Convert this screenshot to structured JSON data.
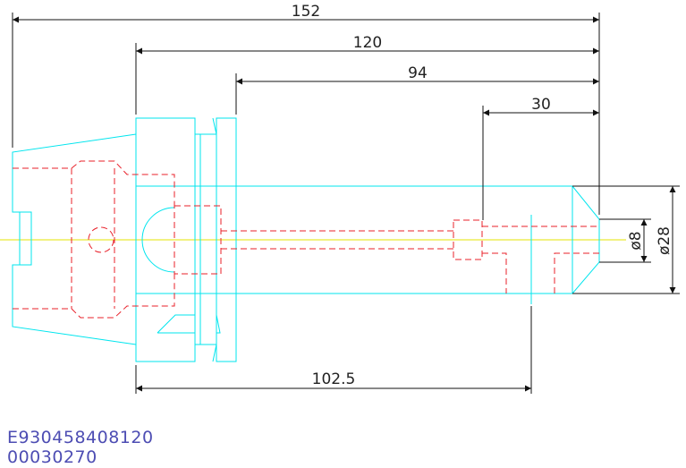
{
  "dimensions": {
    "overall_length": "152",
    "length_120": "120",
    "length_94": "94",
    "length_30": "30",
    "length_bottom": "102.5",
    "diameter_small": "ø8",
    "diameter_large": "ø28"
  },
  "part_codes": {
    "code_1": "E930458408120",
    "code_2": "00030270"
  },
  "colors": {
    "outline": "#00e5ee",
    "hidden": "#e8202a",
    "centerline": "#e6e600",
    "dimension": "#111111",
    "code_text": "#4d4db3"
  }
}
